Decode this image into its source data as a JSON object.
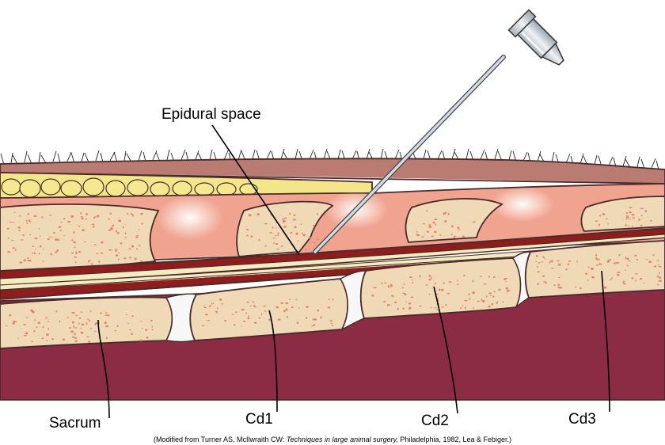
{
  "labels": {
    "epidural_space": "Epidural space",
    "sacrum": "Sacrum",
    "cd1": "Cd1",
    "cd2": "Cd2",
    "cd3": "Cd3"
  },
  "citation": {
    "prefix": "(Modified from Turner AS, McIlwraith CW: ",
    "title": "Techniques in large animal surgery,",
    "suffix": " Philadelphia, 1982, Lea & Febiger.)"
  },
  "colors": {
    "skin": "#b97b72",
    "fat": "#f2e58a",
    "muscle": "#f0a48f",
    "bone": "#efd9b6",
    "bone_speckle": "#e4866c",
    "spinal_cord": "#8c1e1e",
    "base_tissue": "#8b2c44",
    "needle": "#d3dce4"
  }
}
